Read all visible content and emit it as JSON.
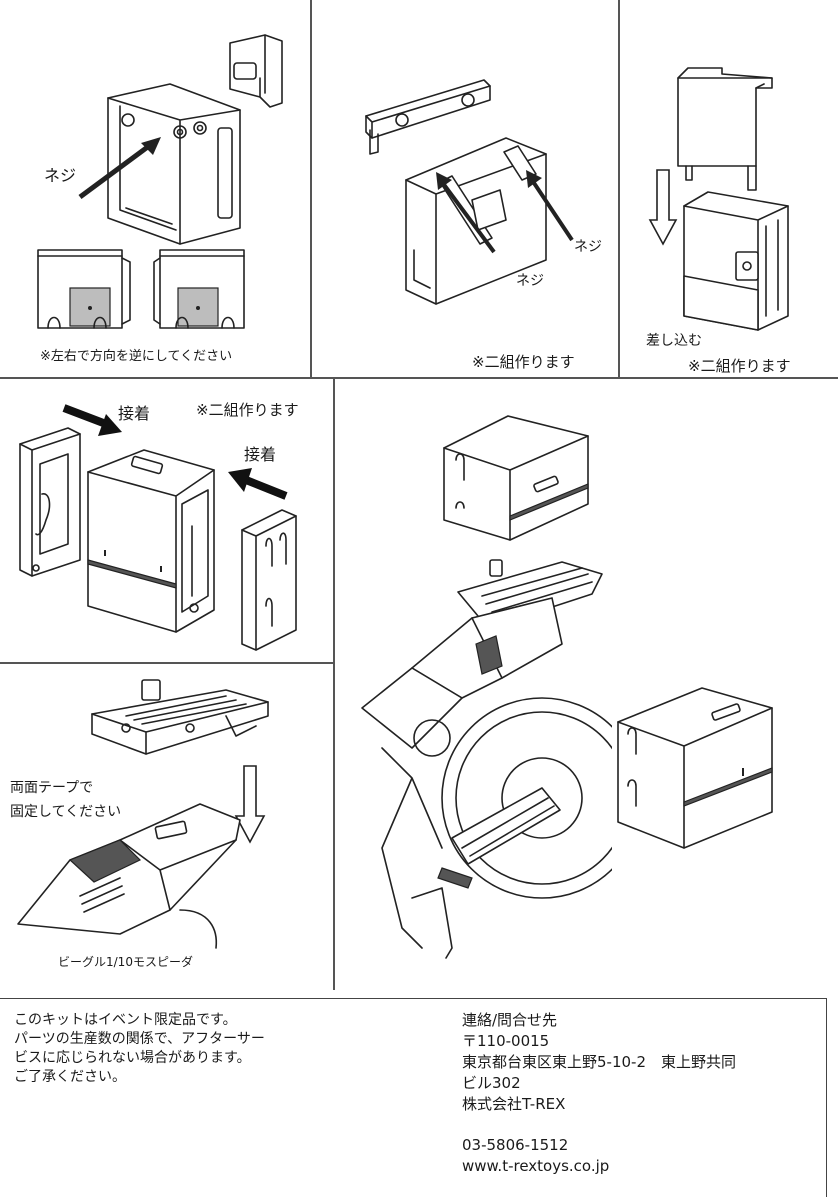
{
  "step1": {
    "screw_label": "ネジ",
    "note": "※左右で方向を逆にしてください"
  },
  "step2": {
    "screw_label_a": "ネジ",
    "screw_label_b": "ネジ",
    "note": "※二組作ります"
  },
  "step3": {
    "insert_label": "差し込む",
    "note": "※二組作ります"
  },
  "step4": {
    "glue_label_a": "接着",
    "glue_label_b": "接着",
    "note": "※二組作ります"
  },
  "step5": {
    "tape_line1": "両面テープで",
    "tape_line2": "固定してください",
    "caption": "ビーグル1/10モスピーダ"
  },
  "footer": {
    "notice_lines": [
      "このキットはイベント限定品です。",
      "パーツの生産数の関係で、アフターサー",
      "ビスに応じられない場合があります。",
      "ご了承ください。"
    ],
    "contact_title": "連絡/問合せ先",
    "postal": "〒110-0015",
    "address_line1": "東京都台東区東上野5-10-2　東上野共同",
    "address_line2": "ビル302",
    "company": "株式会社T-REX",
    "phone": "03-5806-1512",
    "url": "www.t-rextoys.co.jp"
  }
}
